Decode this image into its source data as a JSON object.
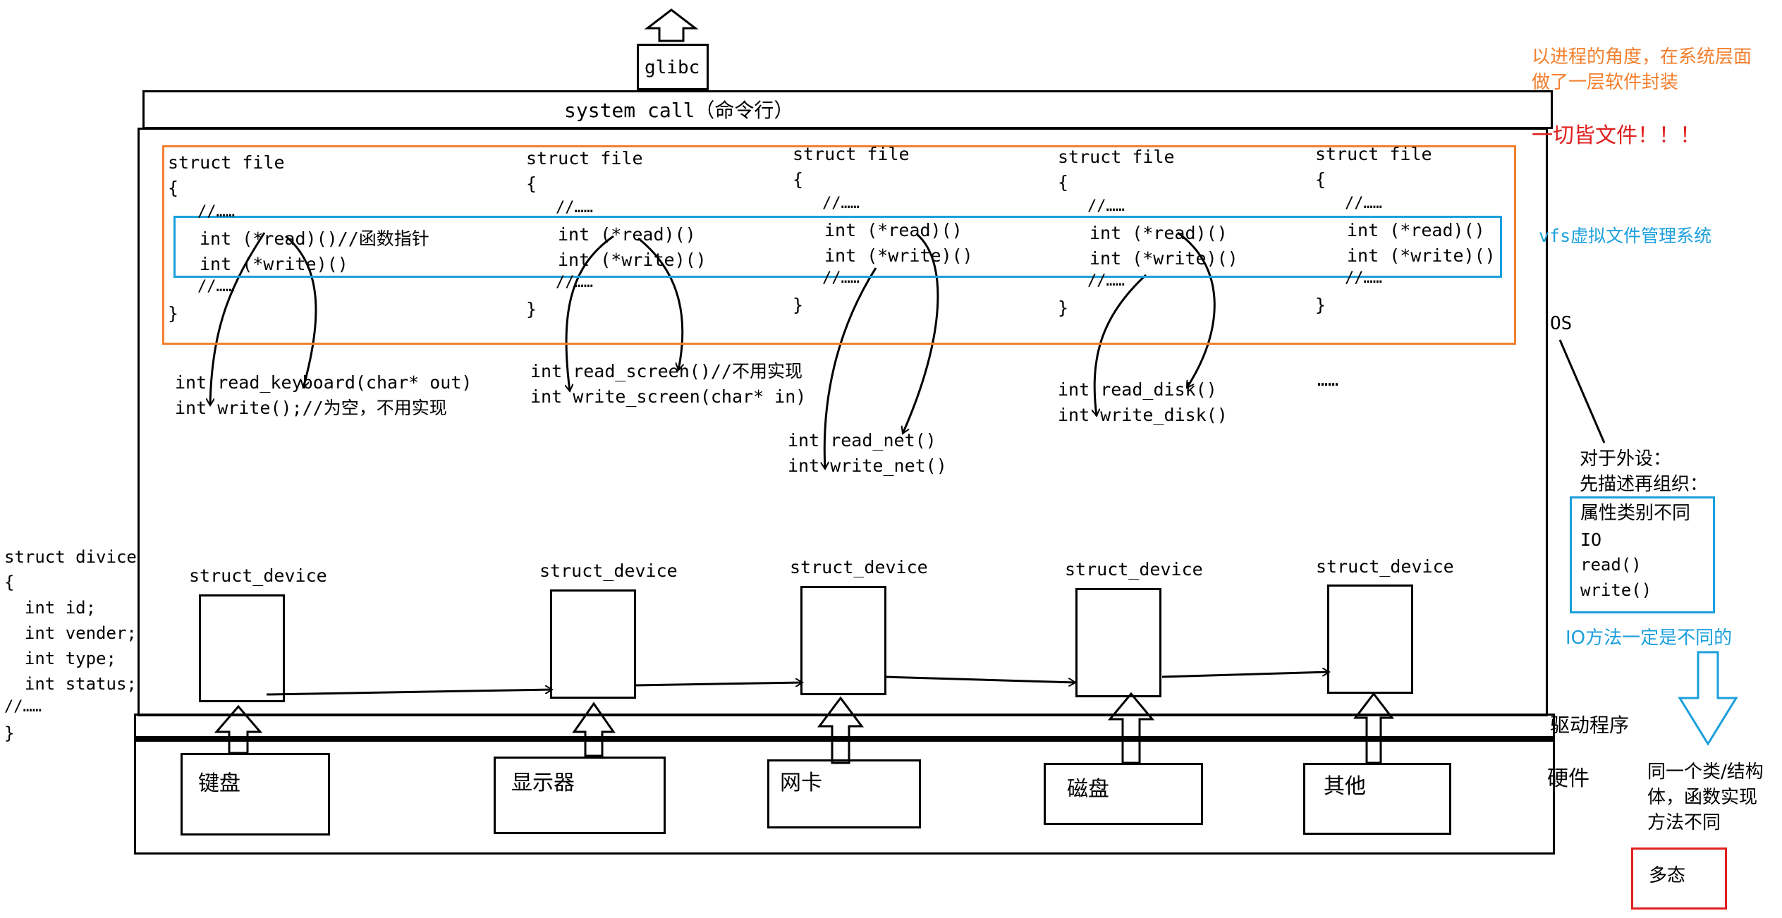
{
  "top": {
    "glibc": "glibc",
    "syscall": "system call（命令行）"
  },
  "notes": {
    "process_view_line1": "以进程的角度，在系统层面",
    "process_view_line2": "做了一层软件封装",
    "everything_file": "一切皆文件！！！",
    "vfs": "vfs虚拟文件管理系统",
    "os": "OS",
    "peripheral_line1": "对于外设：",
    "peripheral_line2": "先描述再组织：",
    "attr_box": [
      "属性类别不同",
      "IO",
      "read()",
      "write()"
    ],
    "io_diff": "IO方法一定是不同的",
    "driver": "驱动程序",
    "hardware": "硬件",
    "same_class_line1": "同一个类/结构",
    "same_class_line2": "体，函数实现",
    "same_class_line3": "方法不同",
    "polymorphism": "多态",
    "colors": {
      "orange": "#f27f2e",
      "blue": "#1a9fdc",
      "red": "#e02020"
    }
  },
  "struct_files": [
    {
      "head": "struct file",
      "open": "{",
      "dots": "//……",
      "read": "int (*read)()//函数指针",
      "write": "int (*write)()",
      "dots2": "//……",
      "close": "}"
    },
    {
      "head": "struct file",
      "open": "{",
      "dots": "//……",
      "read": "int (*read)()",
      "write": "int (*write)()",
      "dots2": "//……",
      "close": "}"
    },
    {
      "head": "struct file",
      "open": "{",
      "dots": "//……",
      "read": "int (*read)()",
      "write": "int (*write)()",
      "dots2": "//……",
      "close": "}"
    },
    {
      "head": "struct file",
      "open": "{",
      "dots": "//……",
      "read": "int (*read)()",
      "write": "int (*write)()",
      "dots2": "//……",
      "close": "}"
    },
    {
      "head": "struct file",
      "open": "{",
      "dots": "//……",
      "read": "int (*read)()",
      "write": "int (*write)()",
      "dots2": "//……",
      "close": "}"
    }
  ],
  "impls": [
    {
      "l1": "int read_keyboard(char* out)",
      "l2": "int write();//为空，不用实现"
    },
    {
      "l1": "int read_screen()//不用实现",
      "l2": "int write_screen(char* in)"
    },
    {
      "l1": "int read_net()",
      "l2": "int write_net()"
    },
    {
      "l1": "int read_disk()",
      "l2": "int write_disk()"
    },
    {
      "l1": "……",
      "l2": ""
    }
  ],
  "devices": [
    {
      "label": "struct_device",
      "hw": "键盘"
    },
    {
      "label": "struct_device",
      "hw": "显示器"
    },
    {
      "label": "struct_device",
      "hw": "网卡"
    },
    {
      "label": "struct_device",
      "hw": "磁盘"
    },
    {
      "label": "struct_device",
      "hw": "其他"
    }
  ],
  "struct_divice": {
    "lines": [
      "struct divice",
      "{",
      "  int id;",
      "  int vender;",
      "  int type;",
      "  int status;",
      "//……",
      "}"
    ]
  }
}
